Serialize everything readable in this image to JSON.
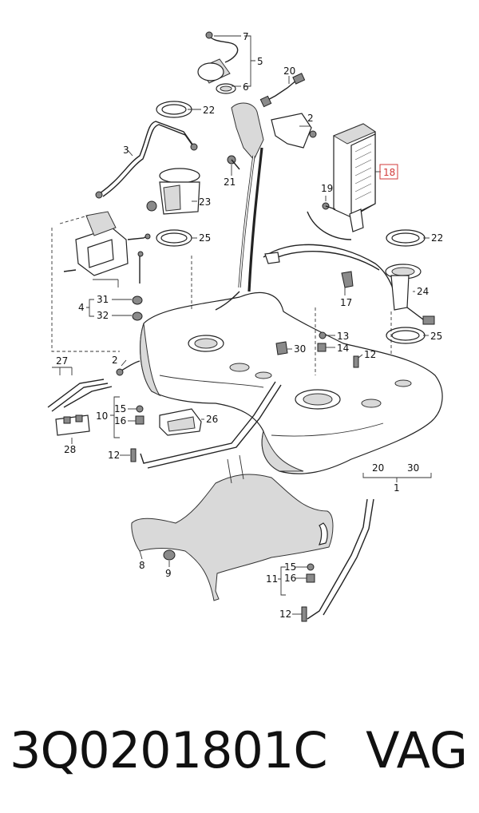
{
  "labels": {
    "l1": "1",
    "l2a": "2",
    "l2b": "2",
    "l3": "3",
    "l4": "4",
    "l5": "5",
    "l6": "6",
    "l7": "7",
    "l8": "8",
    "l9": "9",
    "l10": "10",
    "l11": "11",
    "l12a": "12",
    "l12b": "12",
    "l12c": "12",
    "l13": "13",
    "l14": "14",
    "l15a": "15",
    "l15b": "15",
    "l16a": "16",
    "l16b": "16",
    "l17": "17",
    "l18": "18",
    "l19": "19",
    "l20a": "20",
    "l20b": "20",
    "l21": "21",
    "l22a": "22",
    "l22b": "22",
    "l23": "23",
    "l24": "24",
    "l25a": "25",
    "l25b": "25",
    "l26": "26",
    "l27": "27",
    "l28": "28",
    "l30a": "30",
    "l30b": "30",
    "l31": "31",
    "l32": "32"
  },
  "highlight": {
    "part": "18",
    "color": "#d23a3a"
  },
  "footer": {
    "part_number": "3Q0201801C",
    "brand": "VAG"
  }
}
